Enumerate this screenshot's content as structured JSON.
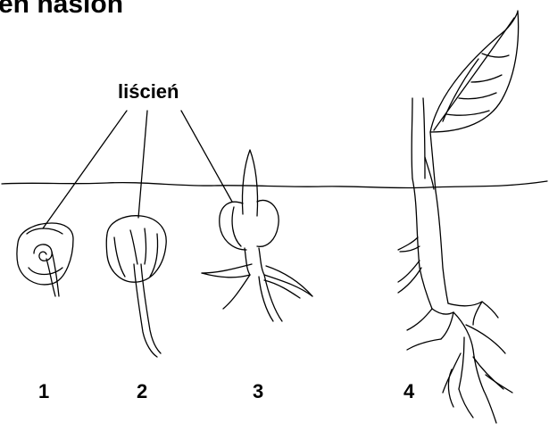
{
  "title": "en nasion",
  "label": "liścień",
  "stages": [
    "1",
    "2",
    "3",
    "4"
  ]
}
